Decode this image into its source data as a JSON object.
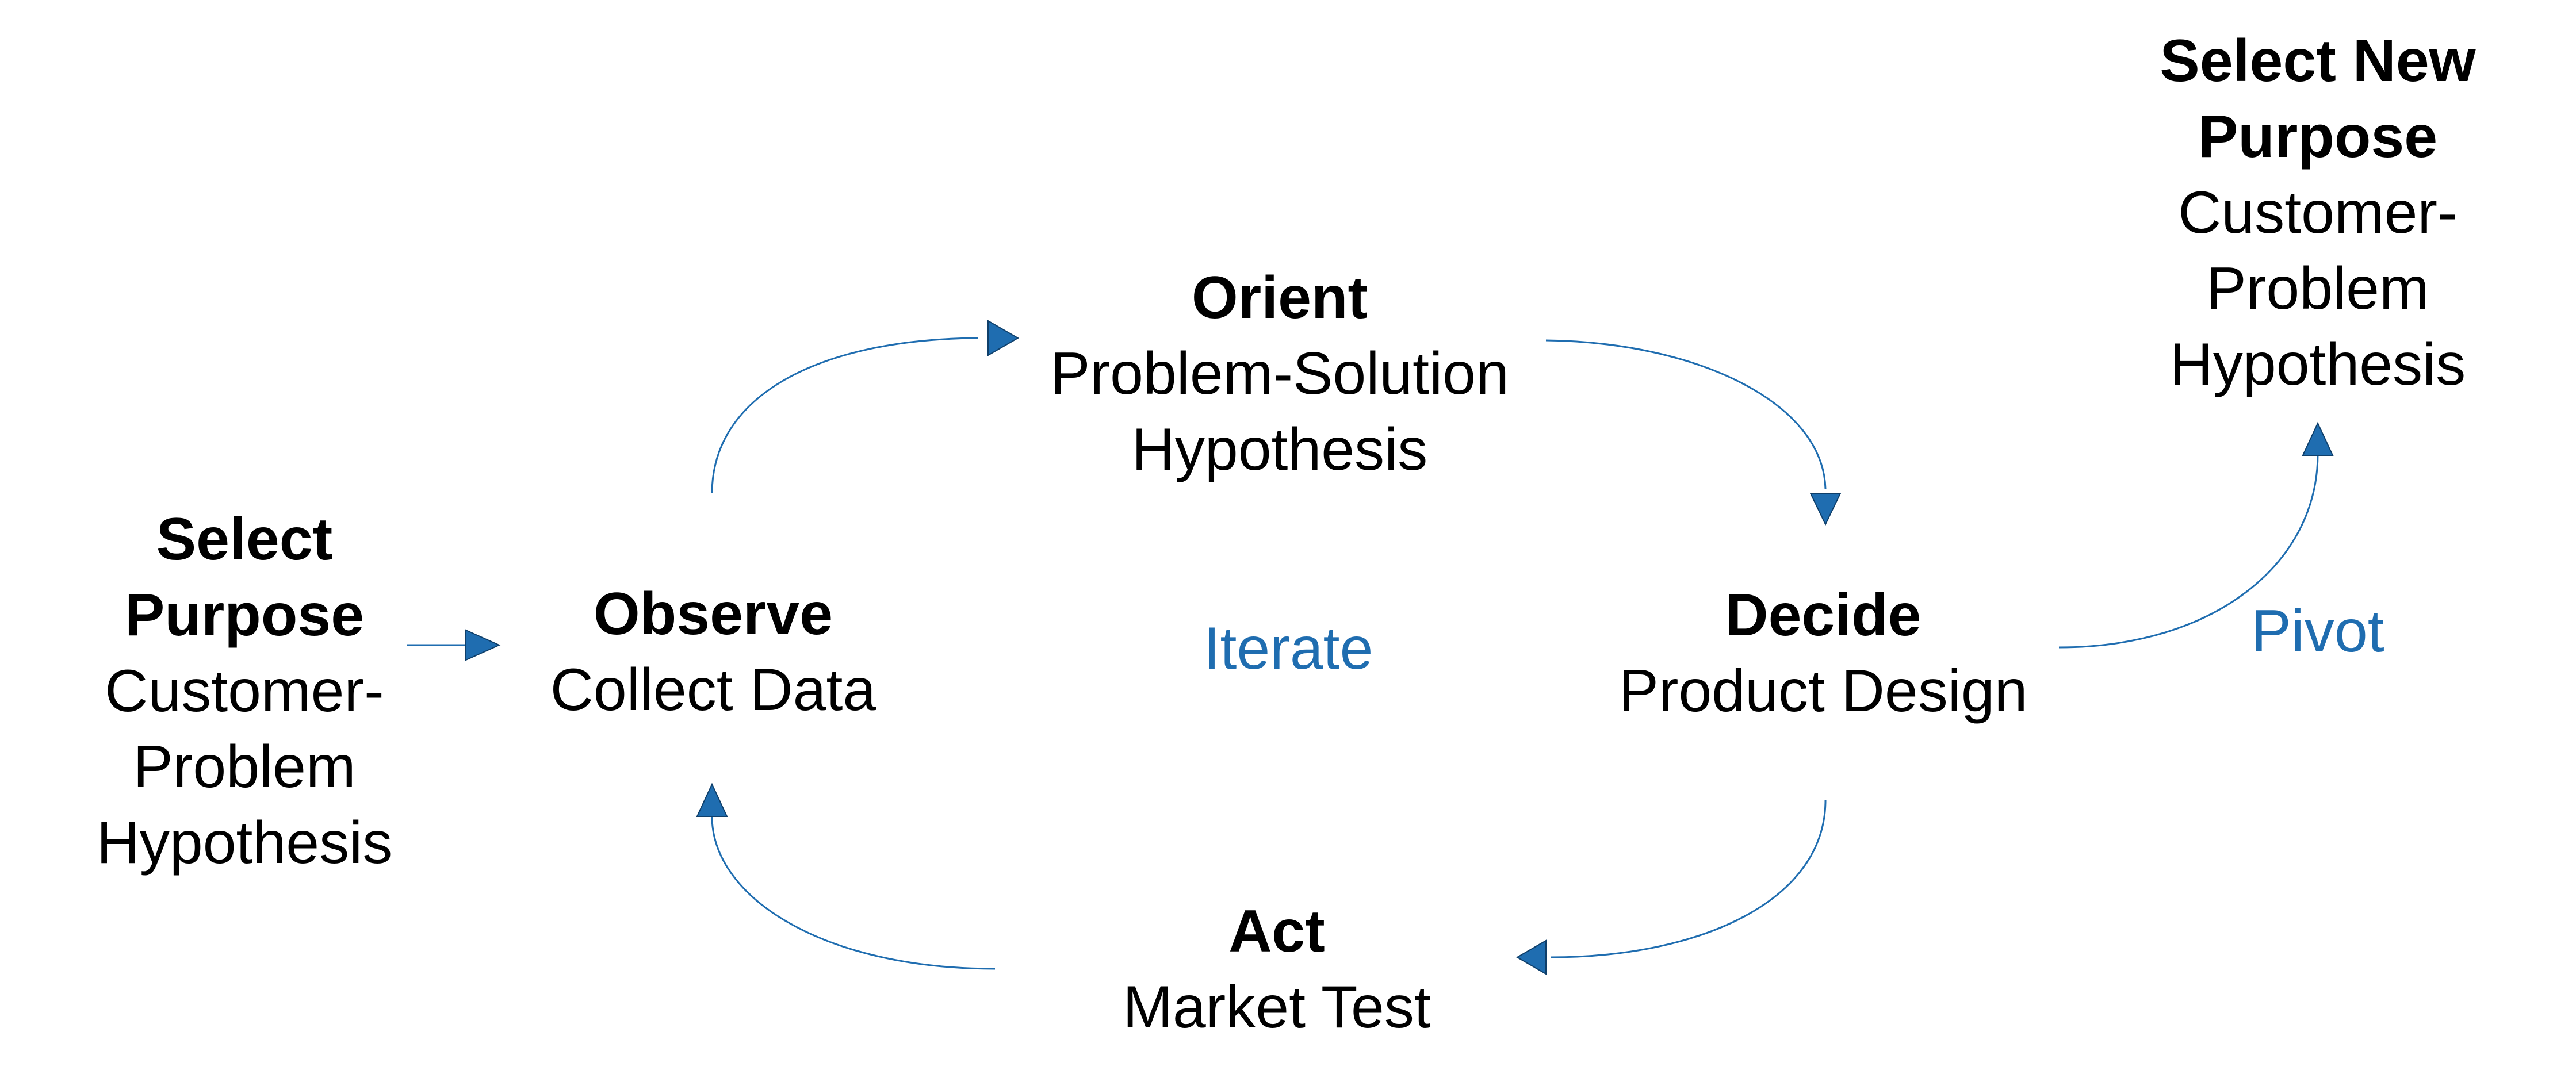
{
  "diagram": {
    "colors": {
      "text": "#000000",
      "arrow": "#1f6db0",
      "flow_label": "#1f6db0",
      "background": "#ffffff"
    },
    "nodes": {
      "select_purpose": {
        "title_lines": [
          "Select",
          "Purpose"
        ],
        "sub_lines": [
          "Customer-",
          "Problem",
          "Hypothesis"
        ]
      },
      "observe": {
        "title": "Observe",
        "sub": "Collect Data"
      },
      "orient": {
        "title": "Orient",
        "sub_lines": [
          "Problem-Solution",
          "Hypothesis"
        ]
      },
      "decide": {
        "title": "Decide",
        "sub": "Product Design"
      },
      "act": {
        "title": "Act",
        "sub": "Market Test"
      },
      "select_new_purpose": {
        "title_lines": [
          "Select New",
          "Purpose"
        ],
        "sub_lines": [
          "Customer-",
          "Problem",
          "Hypothesis"
        ]
      }
    },
    "labels": {
      "iterate": "Iterate",
      "pivot": "Pivot"
    }
  }
}
